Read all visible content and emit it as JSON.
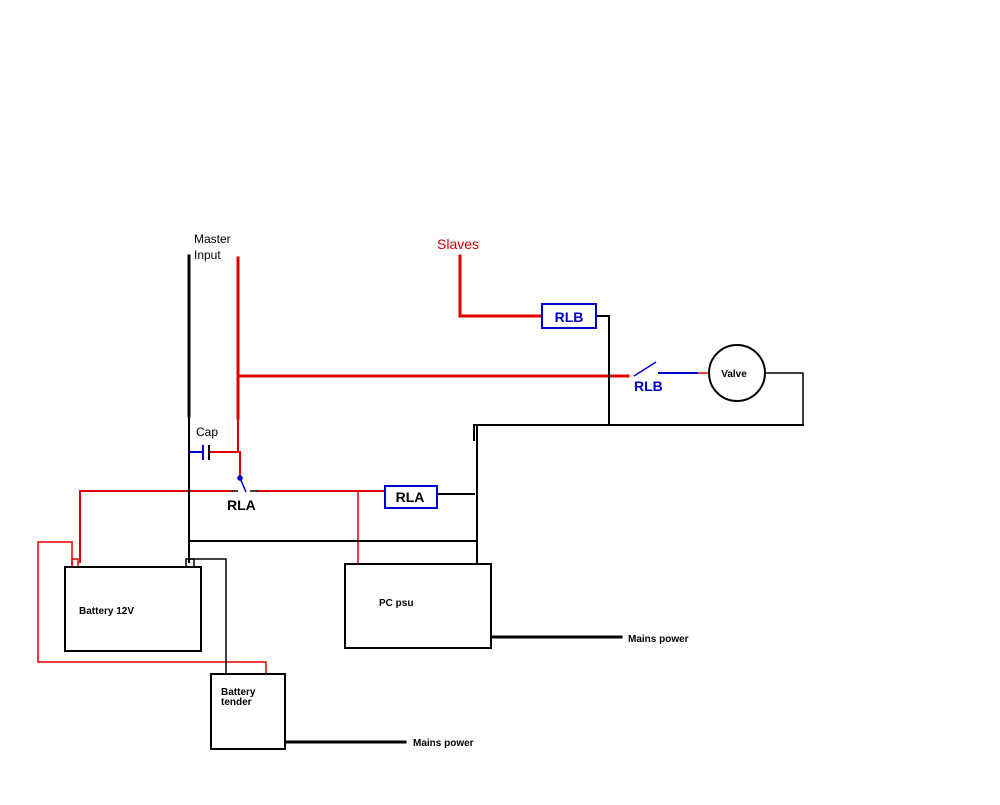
{
  "colors": {
    "wire_red": "#e00000",
    "wire_black": "#000000",
    "relay_blue": "#0000cc",
    "background": "#ffffff"
  },
  "labels": {
    "master_input_line1": "Master",
    "master_input_line2": "Input",
    "slaves": "Slaves",
    "cap": "Cap",
    "rla_switch": "RLA",
    "rlb_switch": "RLB"
  },
  "components": {
    "rlb_coil": "RLB",
    "rla_coil": "RLA",
    "valve": "Valve",
    "battery": "Battery 12V",
    "pc_psu": "PC psu",
    "battery_tender_line1": "Battery",
    "battery_tender_line2": "tender",
    "mains_power_psu": "Mains power",
    "mains_power_tender": "Mains power"
  }
}
